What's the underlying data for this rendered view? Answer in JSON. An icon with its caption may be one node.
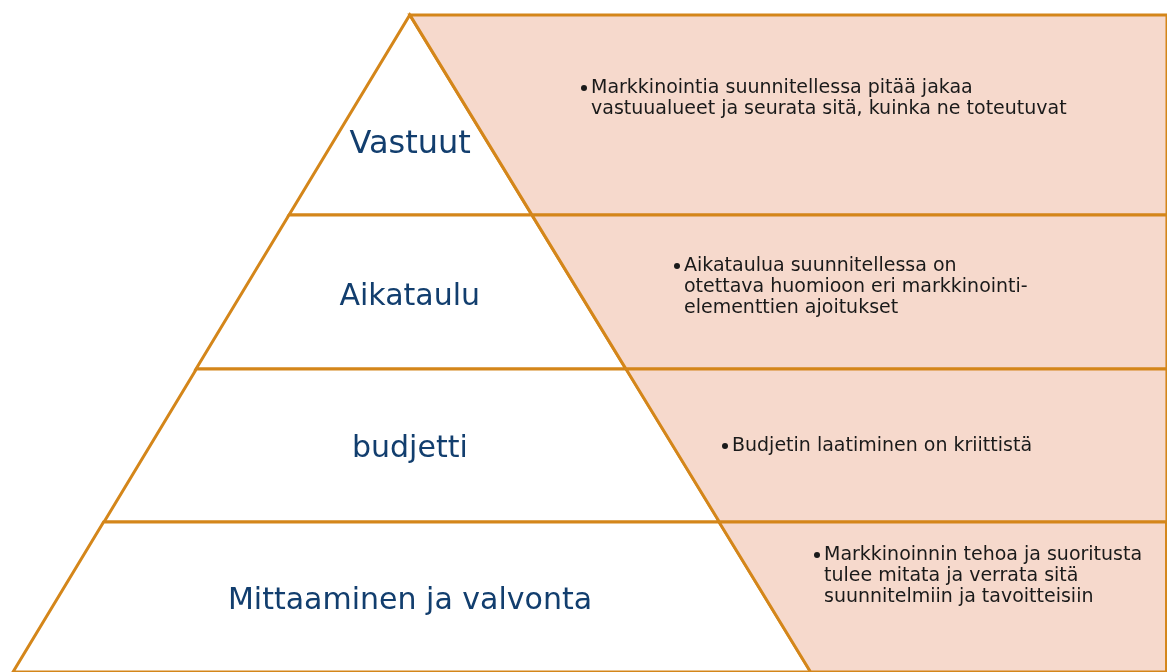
{
  "diagram": {
    "nodes": [
      {
        "text": [
          "Vastuut"
        ]
      },
      {
        "text": [
          "Aikataulu"
        ]
      },
      {
        "text": [
          "budjetti"
        ]
      },
      {
        "text": [
          "Mittaaminen ja valvonta"
        ]
      },
      {
        "text": [
          "Markkinointia suunnitellessa pitää jakaa vastuualueet ja seurata sitä, kuinka ne toteutuvat"
        ]
      },
      {
        "text": [
          "Aikataulua suunnitellessa on otettava huomioon eri markkinointi-elementtien ajoitukset"
        ]
      },
      {
        "text": [
          "Budjetin laatiminen on kriittistä"
        ]
      },
      {
        "text": [
          "Markkinoinnin tehoa ja suoritusta tulee mitata ja verrata sitä suunnitelmiin ja tavoitteisiin"
        ]
      }
    ]
  }
}
